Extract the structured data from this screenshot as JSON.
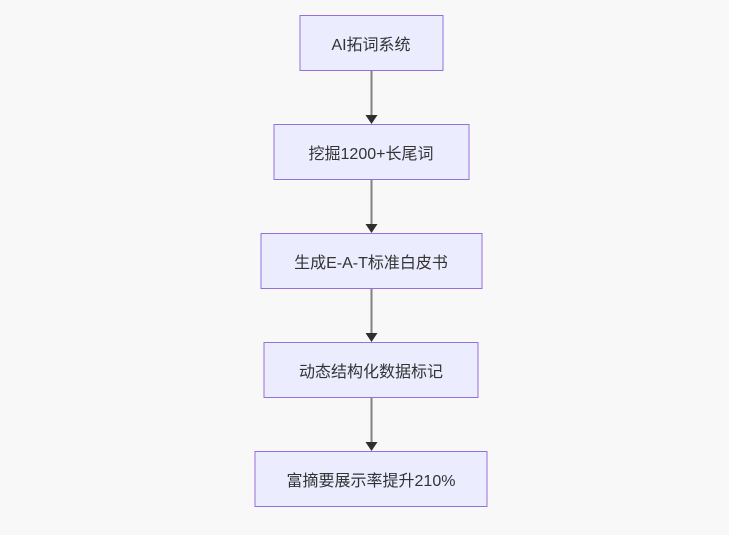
{
  "diagram": {
    "type": "flowchart",
    "direction": "top-down",
    "nodes": [
      {
        "id": "step-1",
        "label": "AI拓词系统"
      },
      {
        "id": "step-2",
        "label": "挖掘1200+长尾词"
      },
      {
        "id": "step-3",
        "label": "生成E-A-T标准白皮书"
      },
      {
        "id": "step-4",
        "label": "动态结构化数据标记"
      },
      {
        "id": "step-5",
        "label": "富摘要展示率提升210%"
      }
    ],
    "edges": [
      {
        "from": "step-1",
        "to": "step-2"
      },
      {
        "from": "step-2",
        "to": "step-3"
      },
      {
        "from": "step-3",
        "to": "step-4"
      },
      {
        "from": "step-4",
        "to": "step-5"
      }
    ],
    "colors": {
      "node_fill": "#ECECFF",
      "node_border": "#9370DB",
      "node_text": "#333333",
      "arrow_line": "#828282",
      "arrow_head": "#2f2f2f",
      "background": "#f8f8f8"
    }
  }
}
